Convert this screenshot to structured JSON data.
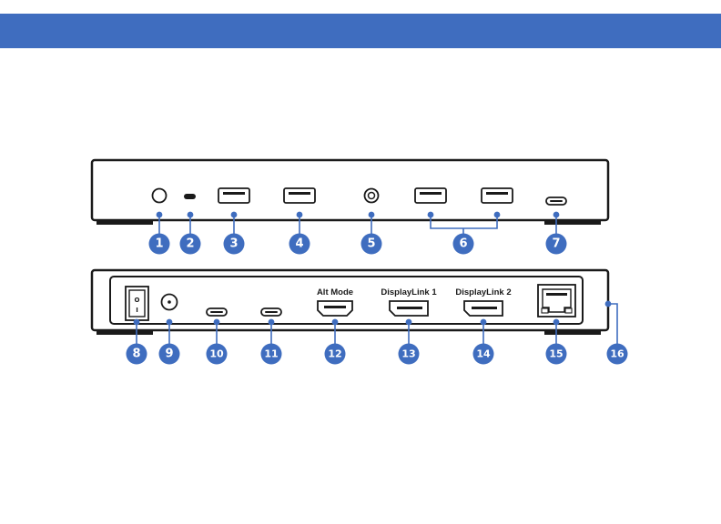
{
  "front_callouts": [
    "1",
    "2",
    "3",
    "4",
    "5",
    "6",
    "7"
  ],
  "rear_callouts": [
    "8",
    "9",
    "10",
    "11",
    "12",
    "13",
    "14",
    "15",
    "16"
  ],
  "rear_port_labels": {
    "alt_mode": "Alt Mode",
    "displaylink_1": "DisplayLink 1",
    "displaylink_2": "DisplayLink 2"
  },
  "power_switch_symbols": {
    "off": "O",
    "on": "I"
  },
  "colors": {
    "header": "#3f6dbf",
    "callout": "#3f6dbf",
    "outline": "#1a1a1a"
  }
}
